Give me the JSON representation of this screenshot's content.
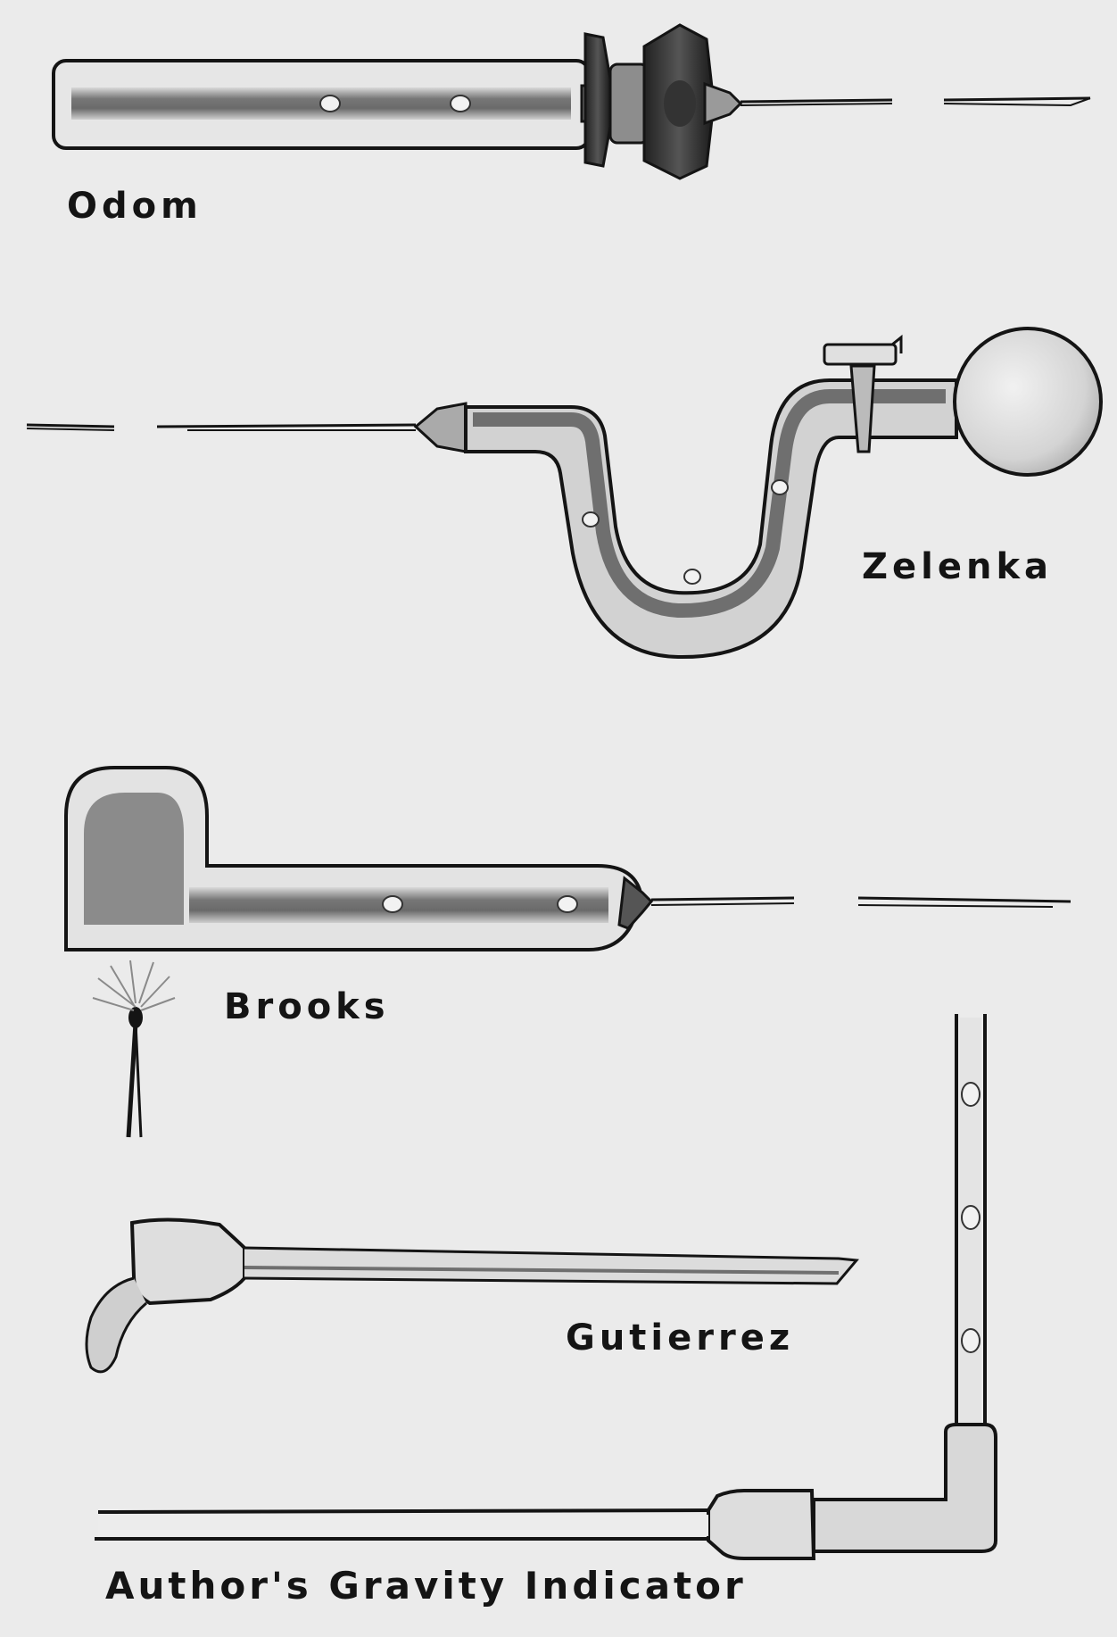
{
  "figure": {
    "labels": {
      "odom": "Odom",
      "zelenka": "Zelenka",
      "brooks": "Brooks",
      "gutierrez": "Gutierrez",
      "author": "Author's Gravity Indicator"
    }
  },
  "colors": {
    "background": "#ebebeb",
    "ink": "#141414",
    "metal_dark": "#6f6f6f",
    "metal_light": "#bdbdbd",
    "glass": "#d6d6d6"
  }
}
